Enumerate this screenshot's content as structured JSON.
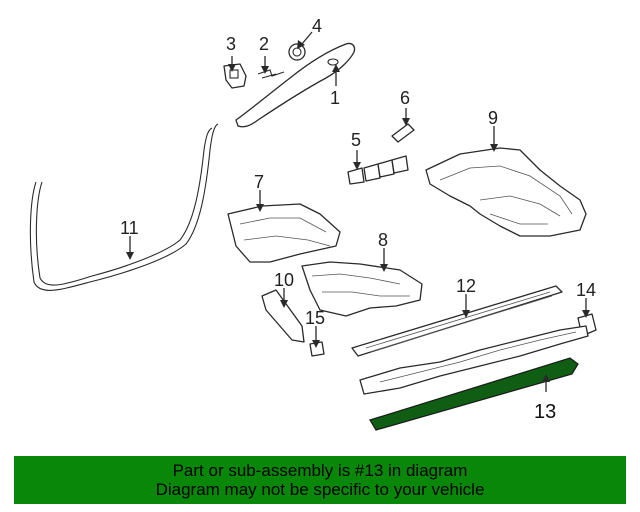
{
  "diagram": {
    "callouts": [
      {
        "id": "1",
        "label": "1"
      },
      {
        "id": "2",
        "label": "2"
      },
      {
        "id": "3",
        "label": "3"
      },
      {
        "id": "4",
        "label": "4"
      },
      {
        "id": "5",
        "label": "5"
      },
      {
        "id": "6",
        "label": "6"
      },
      {
        "id": "7",
        "label": "7"
      },
      {
        "id": "8",
        "label": "8"
      },
      {
        "id": "9",
        "label": "9"
      },
      {
        "id": "10",
        "label": "10"
      },
      {
        "id": "11",
        "label": "11"
      },
      {
        "id": "12",
        "label": "12"
      },
      {
        "id": "13",
        "label": "13"
      },
      {
        "id": "14",
        "label": "14"
      },
      {
        "id": "15",
        "label": "15"
      }
    ],
    "highlighted_part": "13",
    "highlight_color": "#0f5e13"
  },
  "banner": {
    "line1": "Part or sub-assembly is #13 in diagram",
    "line2": "Diagram may not be specific to your vehicle",
    "background": "#098709"
  }
}
